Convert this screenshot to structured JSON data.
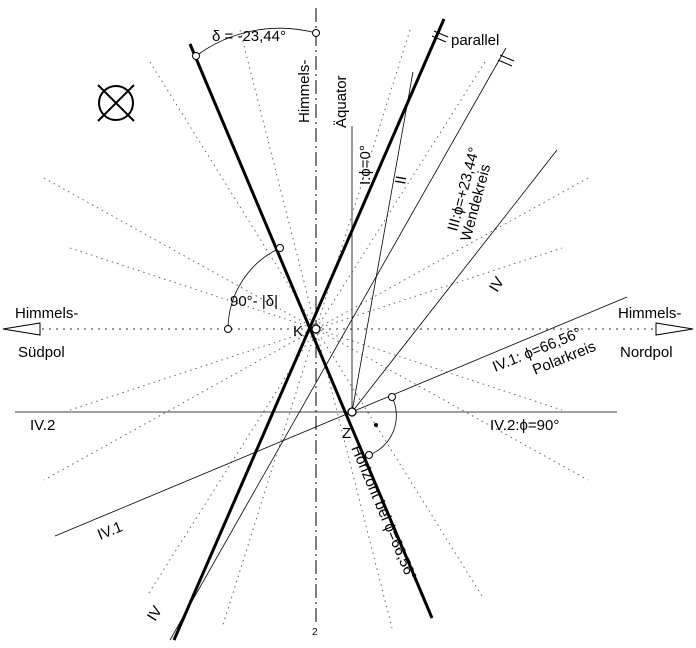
{
  "labels": {
    "delta": "δ = -23,44°",
    "parallel": "parallel",
    "equator_line1": "Himmels-",
    "equator_line2": "Äquator",
    "line_I": "I:ϕ=0°",
    "line_II": "II",
    "line_III_1": "III:ϕ=+23,44°",
    "line_III_2": "Wendekreis",
    "line_IV": "IV",
    "angle": "90°- |δ|",
    "south_1": "Himmels-",
    "south_2": "Südpol",
    "north_1": "Himmels-",
    "north_2": "Nordpol",
    "K": "K",
    "Z": "Z",
    "IV1_1": "IV.1: ϕ=66,56°",
    "IV1_2": "Polarkreis",
    "IV2_left": "IV.2",
    "IV2_right": "IV.2:ϕ=90°",
    "horizon": "Horizont bei ϕ=66,56°",
    "IV1_low": "IV.1",
    "IV_low": "IV",
    "page_no": "2"
  },
  "icons": {
    "sun_symbol": "circled-x-icon"
  }
}
